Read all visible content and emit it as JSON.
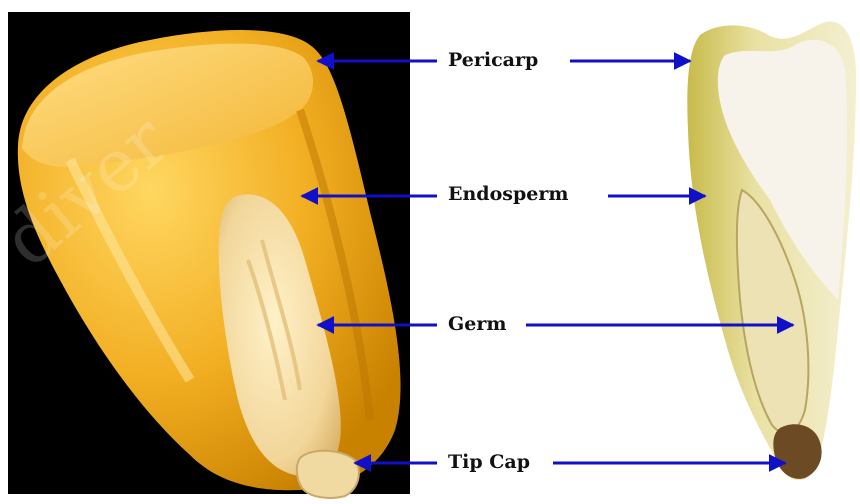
{
  "labels": {
    "pericarp": "Pericarp",
    "endosperm": "Endosperm",
    "germ": "Germ",
    "tip_cap": "Tip Cap"
  },
  "watermark": "diver",
  "colors": {
    "arrow": "#1010c8",
    "background_panel": "#000000",
    "kernel_yellow": "#f0b020",
    "germ_cream": "#f3dca0"
  }
}
